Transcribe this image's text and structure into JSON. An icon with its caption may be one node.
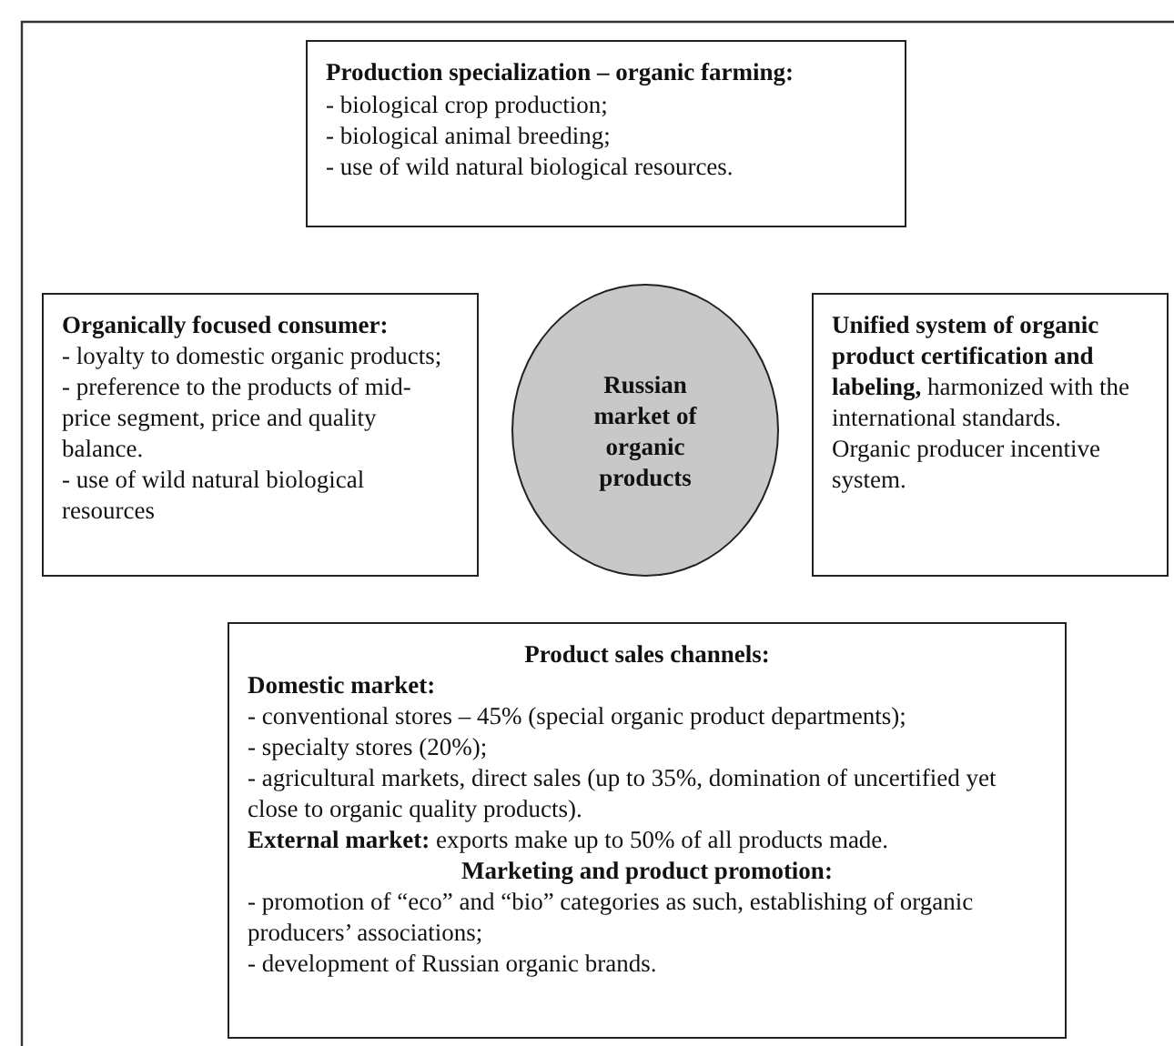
{
  "diagram": {
    "nodes": [
      {
        "text": [
          "Production specialization – organic farming:",
          "- biological crop production;",
          "- biological animal breeding;",
          "- use of wild natural biological resources."
        ]
      },
      {
        "text": [
          "Organically focused consumer:",
          "- loyalty to domestic organic products;",
          "- preference to the products of mid-price segment, price and quality balance.",
          "- use of wild natural biological resources"
        ]
      },
      {
        "text": [
          "Russian market of organic products"
        ]
      },
      {
        "text": [
          "**Unified system of organic product certification and labeling,** harmonized with the international standards.",
          "Organic producer incentive system."
        ]
      },
      {
        "text": [
          "Product sales channels:",
          "Domestic market:",
          "- conventional stores – 45% (special organic product departments);",
          "- specialty stores (20%);",
          "- agricultural markets, direct sales (up to 35%, domination of uncertified yet close to organic quality products).",
          "**External market:** exports make up to 50% of all products made.",
          "Marketing and product promotion:",
          "- promotion of “eco” and “bio” categories as such, establishing of organic producers’ associations;",
          "- development of Russian organic brands."
        ]
      }
    ],
    "edges": []
  }
}
